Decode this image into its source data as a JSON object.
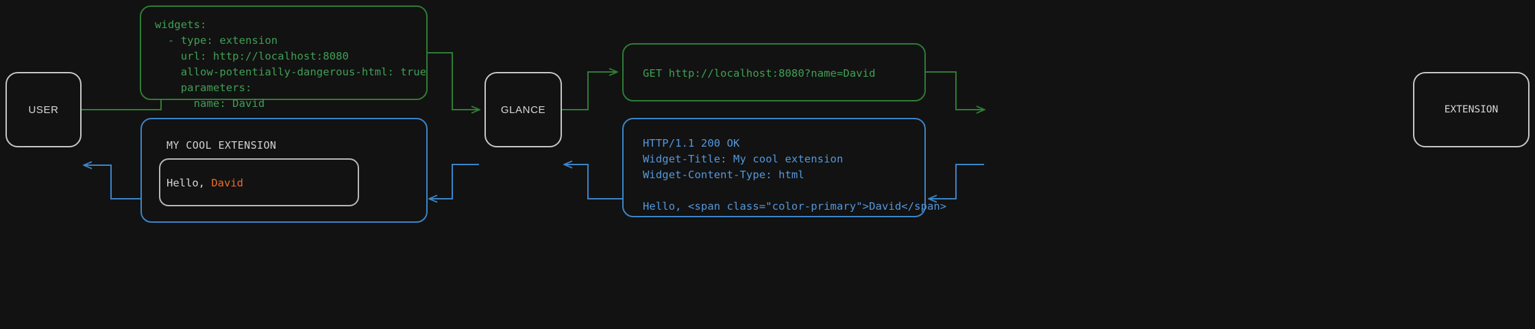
{
  "diagram": {
    "title": "Glance extension request flow",
    "background_color": "#121212",
    "colors": {
      "node_border": "#c8c8c8",
      "request_green": "#2f7d36",
      "request_green_text": "#3fa055",
      "response_blue": "#3d85c8",
      "response_blue_text": "#5498dd",
      "accent_orange": "#f06c28",
      "node_text": "#d8d8d8"
    }
  },
  "nodes": {
    "user": {
      "label": "USER"
    },
    "glance": {
      "label": "GLANCE"
    },
    "extension": {
      "label": "EXTENSION"
    }
  },
  "bubbles": {
    "config": {
      "role": "request",
      "color": "#2f7d36",
      "lines": [
        "widgets:",
        "  - type: extension",
        "    url: http://localhost:8080",
        "    allow-potentially-dangerous-html: true",
        "    parameters:",
        "      name: David"
      ],
      "text": "widgets:\n  - type: extension\n    url: http://localhost:8080\n    allow-potentially-dangerous-html: true\n    parameters:\n      name: David"
    },
    "http_request": {
      "role": "request",
      "color": "#2f7d36",
      "text": "GET http://localhost:8080?name=David"
    },
    "http_response": {
      "role": "response",
      "color": "#3d85c8",
      "lines": [
        "HTTP/1.1 200 OK",
        "Widget-Title: My cool extension",
        "Widget-Content-Type: html",
        "",
        "Hello, <span class=\"color-primary\">David</span>"
      ],
      "text": "HTTP/1.1 200 OK\nWidget-Title: My cool extension\nWidget-Content-Type: html\n\nHello, <span class=\"color-primary\">David</span>"
    },
    "rendered_widget": {
      "role": "response",
      "color": "#3d85c8",
      "widget_title": "MY COOL EXTENSION",
      "greeting_prefix": "Hello, ",
      "greeting_name": "David"
    }
  },
  "connectors": [
    {
      "name": "user-to-config",
      "color": "#2f7d36",
      "direction": "right"
    },
    {
      "name": "config-to-glance",
      "color": "#2f7d36",
      "direction": "right"
    },
    {
      "name": "glance-to-http-request",
      "color": "#2f7d36",
      "direction": "right"
    },
    {
      "name": "http-request-to-extension",
      "color": "#2f7d36",
      "direction": "right"
    },
    {
      "name": "extension-to-http-response",
      "color": "#3d85c8",
      "direction": "left"
    },
    {
      "name": "http-response-to-glance",
      "color": "#3d85c8",
      "direction": "left"
    },
    {
      "name": "glance-to-rendered-widget",
      "color": "#3d85c8",
      "direction": "left"
    },
    {
      "name": "rendered-widget-to-user",
      "color": "#3d85c8",
      "direction": "left"
    }
  ]
}
